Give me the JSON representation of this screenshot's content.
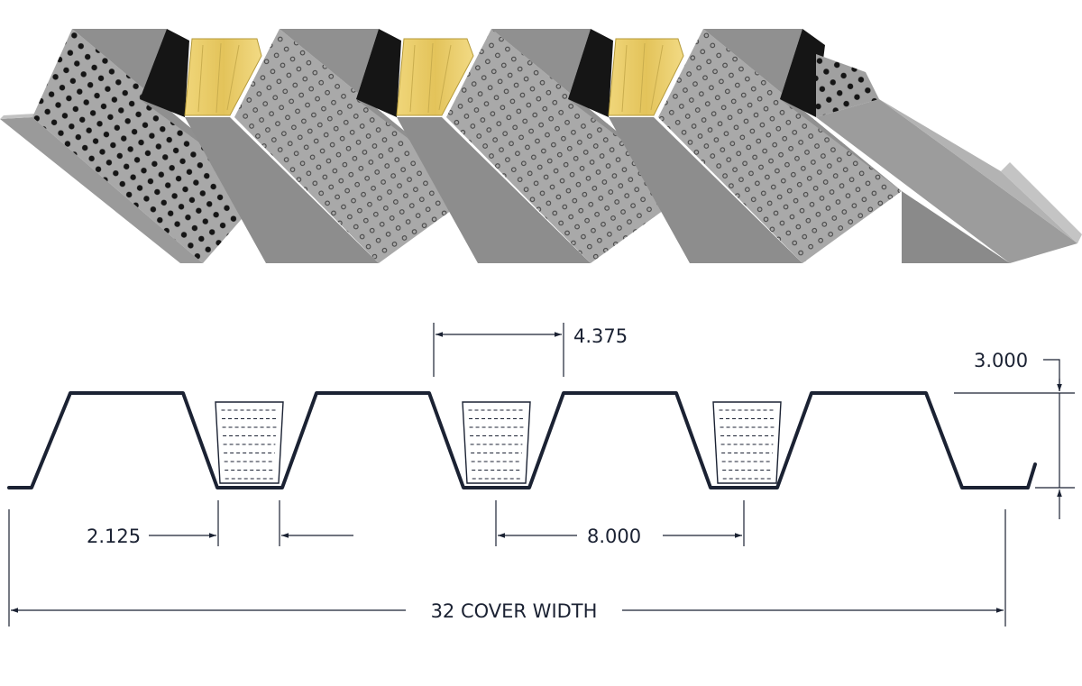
{
  "colors": {
    "steel_light": "#a9a9a9",
    "steel_mid": "#959595",
    "steel_dark": "#7c7c7c",
    "channel_black": "#151515",
    "insulation_yellow": "#e8cd6a",
    "profile_line": "#1b2233"
  },
  "dimensions": {
    "top_spacing": "4.375",
    "depth": "3.000",
    "bottom_flange": "2.125",
    "rib_pitch": "8.000",
    "cover_width": "32 COVER WIDTH"
  }
}
